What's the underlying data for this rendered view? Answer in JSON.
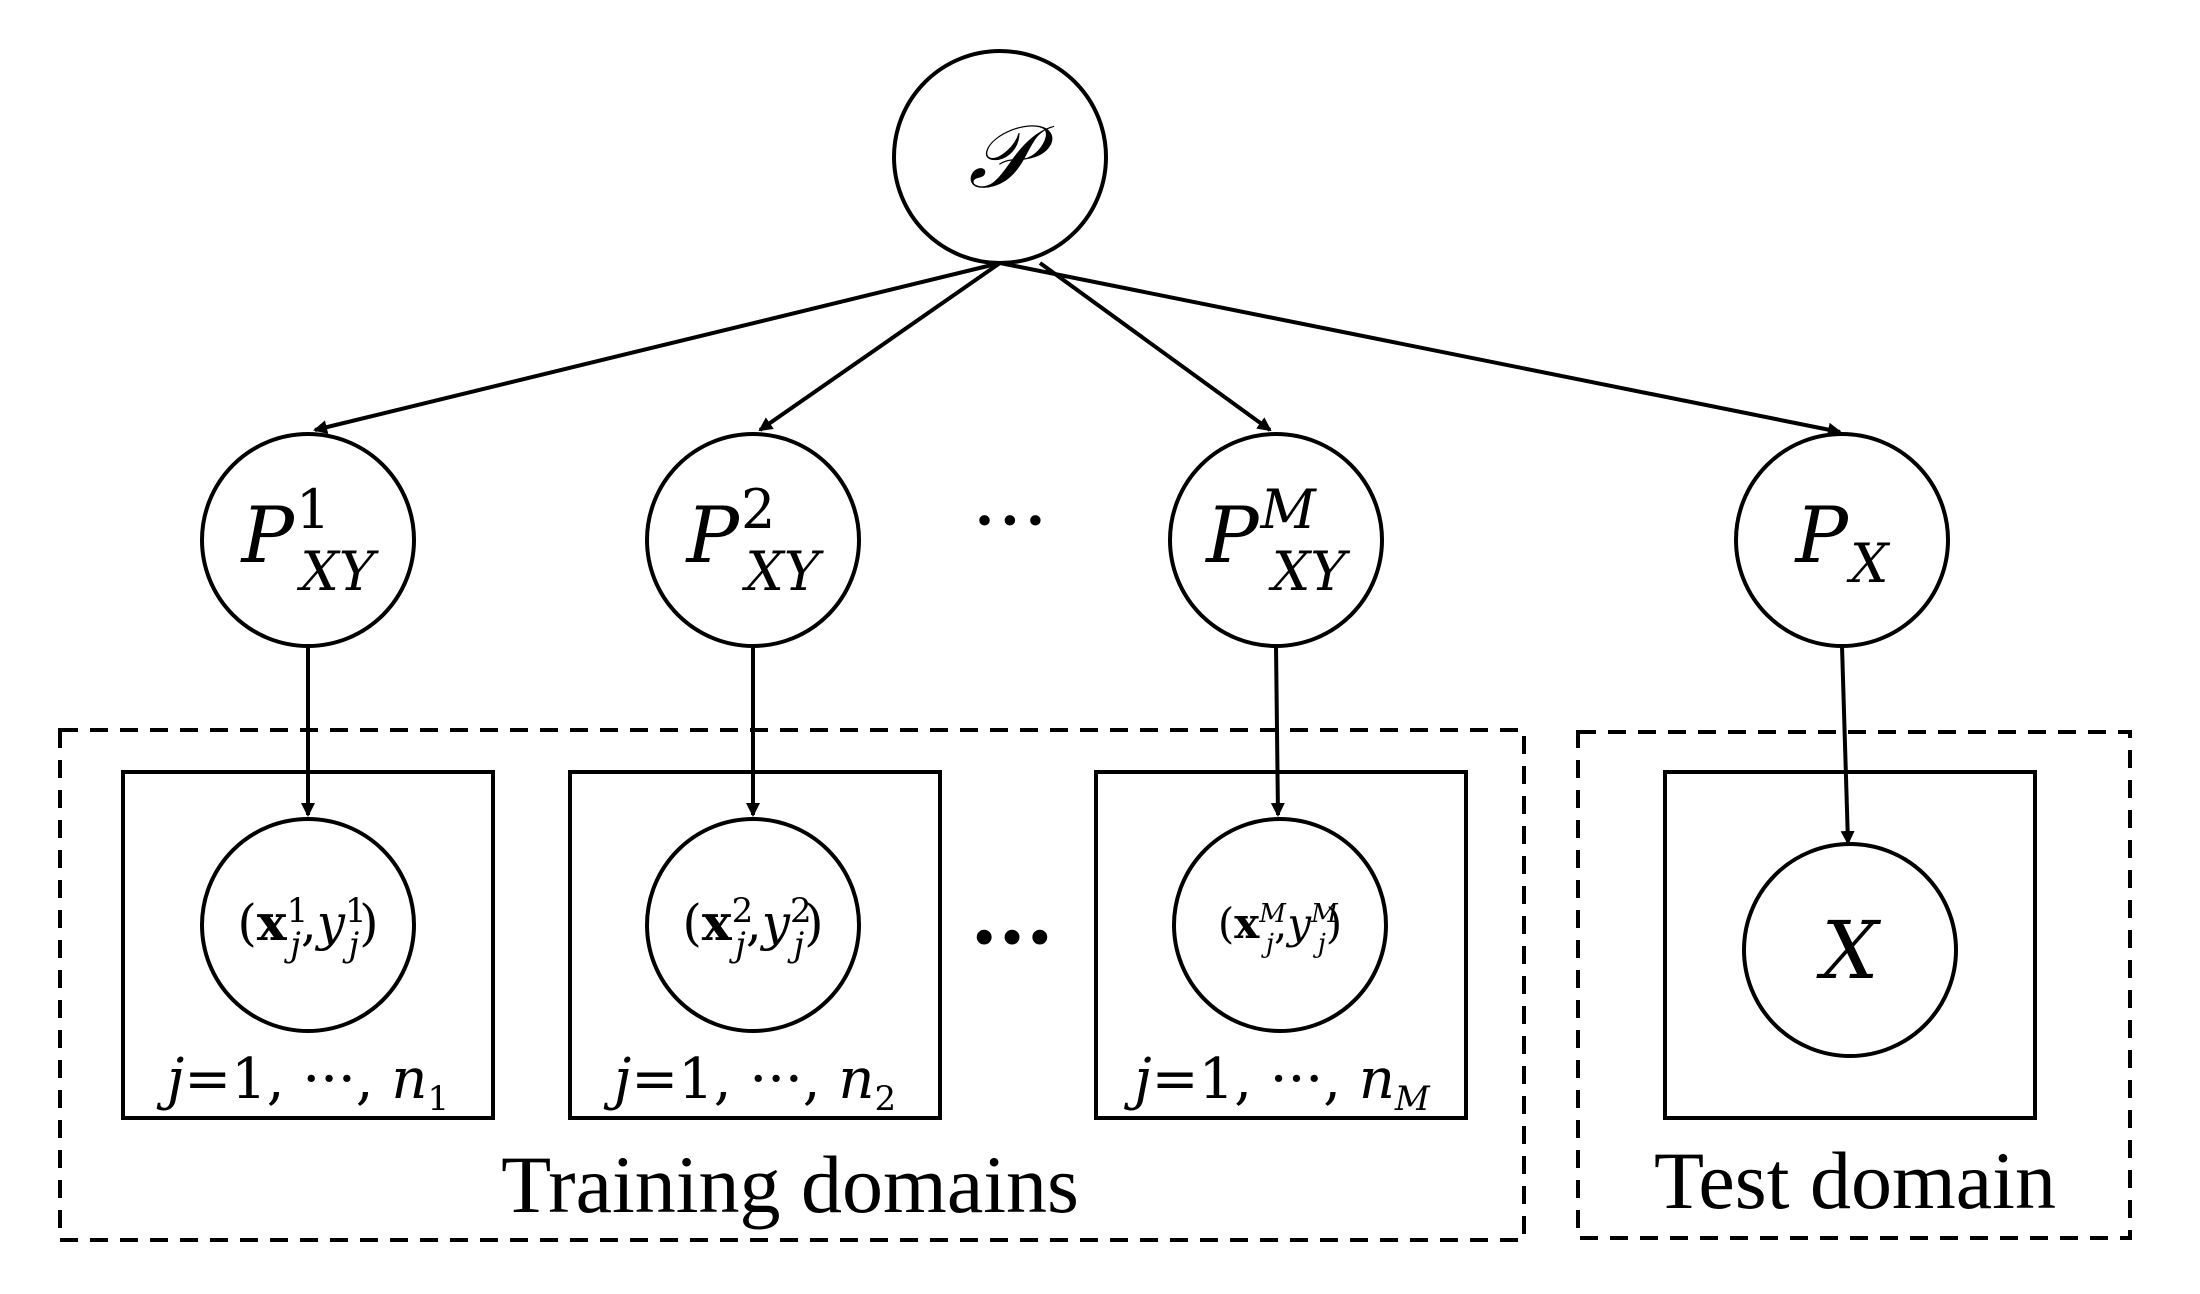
{
  "nodes": {
    "root": {
      "symbol": "𝒫"
    },
    "train1": {
      "base": "P",
      "sup": "1",
      "sub": "XY"
    },
    "train2": {
      "base": "P",
      "sup": "2",
      "sub": "XY"
    },
    "trainM": {
      "base": "P",
      "sup": "M",
      "sub": "XY"
    },
    "test": {
      "base": "P",
      "sub": "X"
    },
    "ellipsis": "···"
  },
  "samples": {
    "s1": {
      "open": "(",
      "x": "x",
      "xsup": "1",
      "xsub": "j",
      "comma": ",",
      "y": "y",
      "ysup": "1",
      "ysub": "j",
      "close": ")"
    },
    "s2": {
      "open": "(",
      "x": "x",
      "xsup": "2",
      "xsub": "j",
      "comma": ",",
      "y": "y",
      "ysup": "2",
      "ysub": "j",
      "close": ")"
    },
    "sM": {
      "open": "(",
      "x": "x",
      "xsup": "M",
      "xsub": "j",
      "comma": ",",
      "y": "y",
      "ysup": "M",
      "ysub": "j",
      "close": ")"
    },
    "test": {
      "symbol": "X"
    },
    "ellipsis": "···"
  },
  "plates": {
    "p1": {
      "index": "j",
      "eq": "=",
      "range": "1, ···, ",
      "n": "n",
      "nsub": "1"
    },
    "p2": {
      "index": "j",
      "eq": "=",
      "range": "1, ···, ",
      "n": "n",
      "nsub": "2"
    },
    "pM": {
      "index": "j",
      "eq": "=",
      "range": "1, ···, ",
      "n": "n",
      "nsub": "M"
    }
  },
  "groups": {
    "training": "Training domains",
    "test": "Test domain"
  }
}
